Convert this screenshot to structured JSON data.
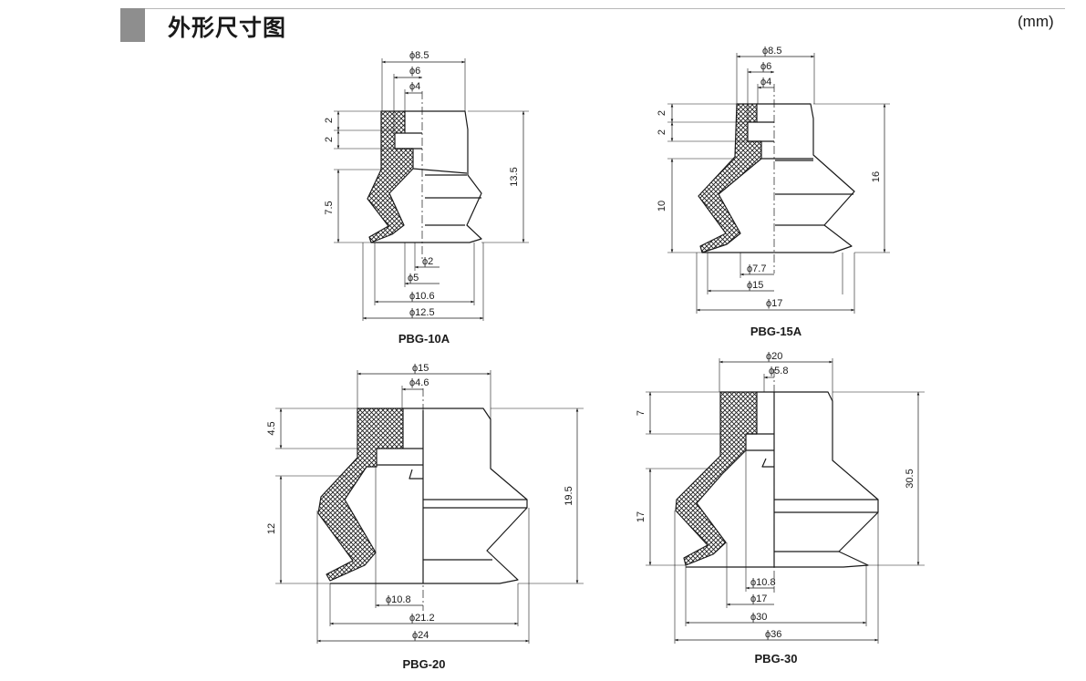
{
  "header": {
    "title": "外形尺寸图",
    "unit": "(mm)"
  },
  "parts": [
    {
      "model": "PBG-10A",
      "diameters_top": [
        "ϕ8.5",
        "ϕ6",
        "ϕ4"
      ],
      "diameters_bottom": [
        "ϕ2",
        "ϕ5",
        "ϕ10.6",
        "ϕ12.5"
      ],
      "heights_left": [
        "2",
        "2",
        "7.5"
      ],
      "height_right": "13.5"
    },
    {
      "model": "PBG-15A",
      "diameters_top": [
        "ϕ8.5",
        "ϕ6",
        "ϕ4"
      ],
      "diameters_bottom": [
        "ϕ7.7",
        "ϕ15",
        "ϕ17"
      ],
      "heights_left": [
        "2",
        "2",
        "10"
      ],
      "height_right": "16"
    },
    {
      "model": "PBG-20",
      "diameters_top": [
        "ϕ15",
        "ϕ4.6"
      ],
      "diameters_bottom": [
        "ϕ10.8",
        "ϕ21.2",
        "ϕ24"
      ],
      "heights_left": [
        "4.5",
        "12"
      ],
      "height_right": "19.5"
    },
    {
      "model": "PBG-30",
      "diameters_top": [
        "ϕ20",
        "ϕ5.8"
      ],
      "diameters_bottom": [
        "ϕ10.8",
        "ϕ17",
        "ϕ30",
        "ϕ36"
      ],
      "heights_left": [
        "7",
        "17"
      ],
      "height_right": "30.5"
    }
  ]
}
